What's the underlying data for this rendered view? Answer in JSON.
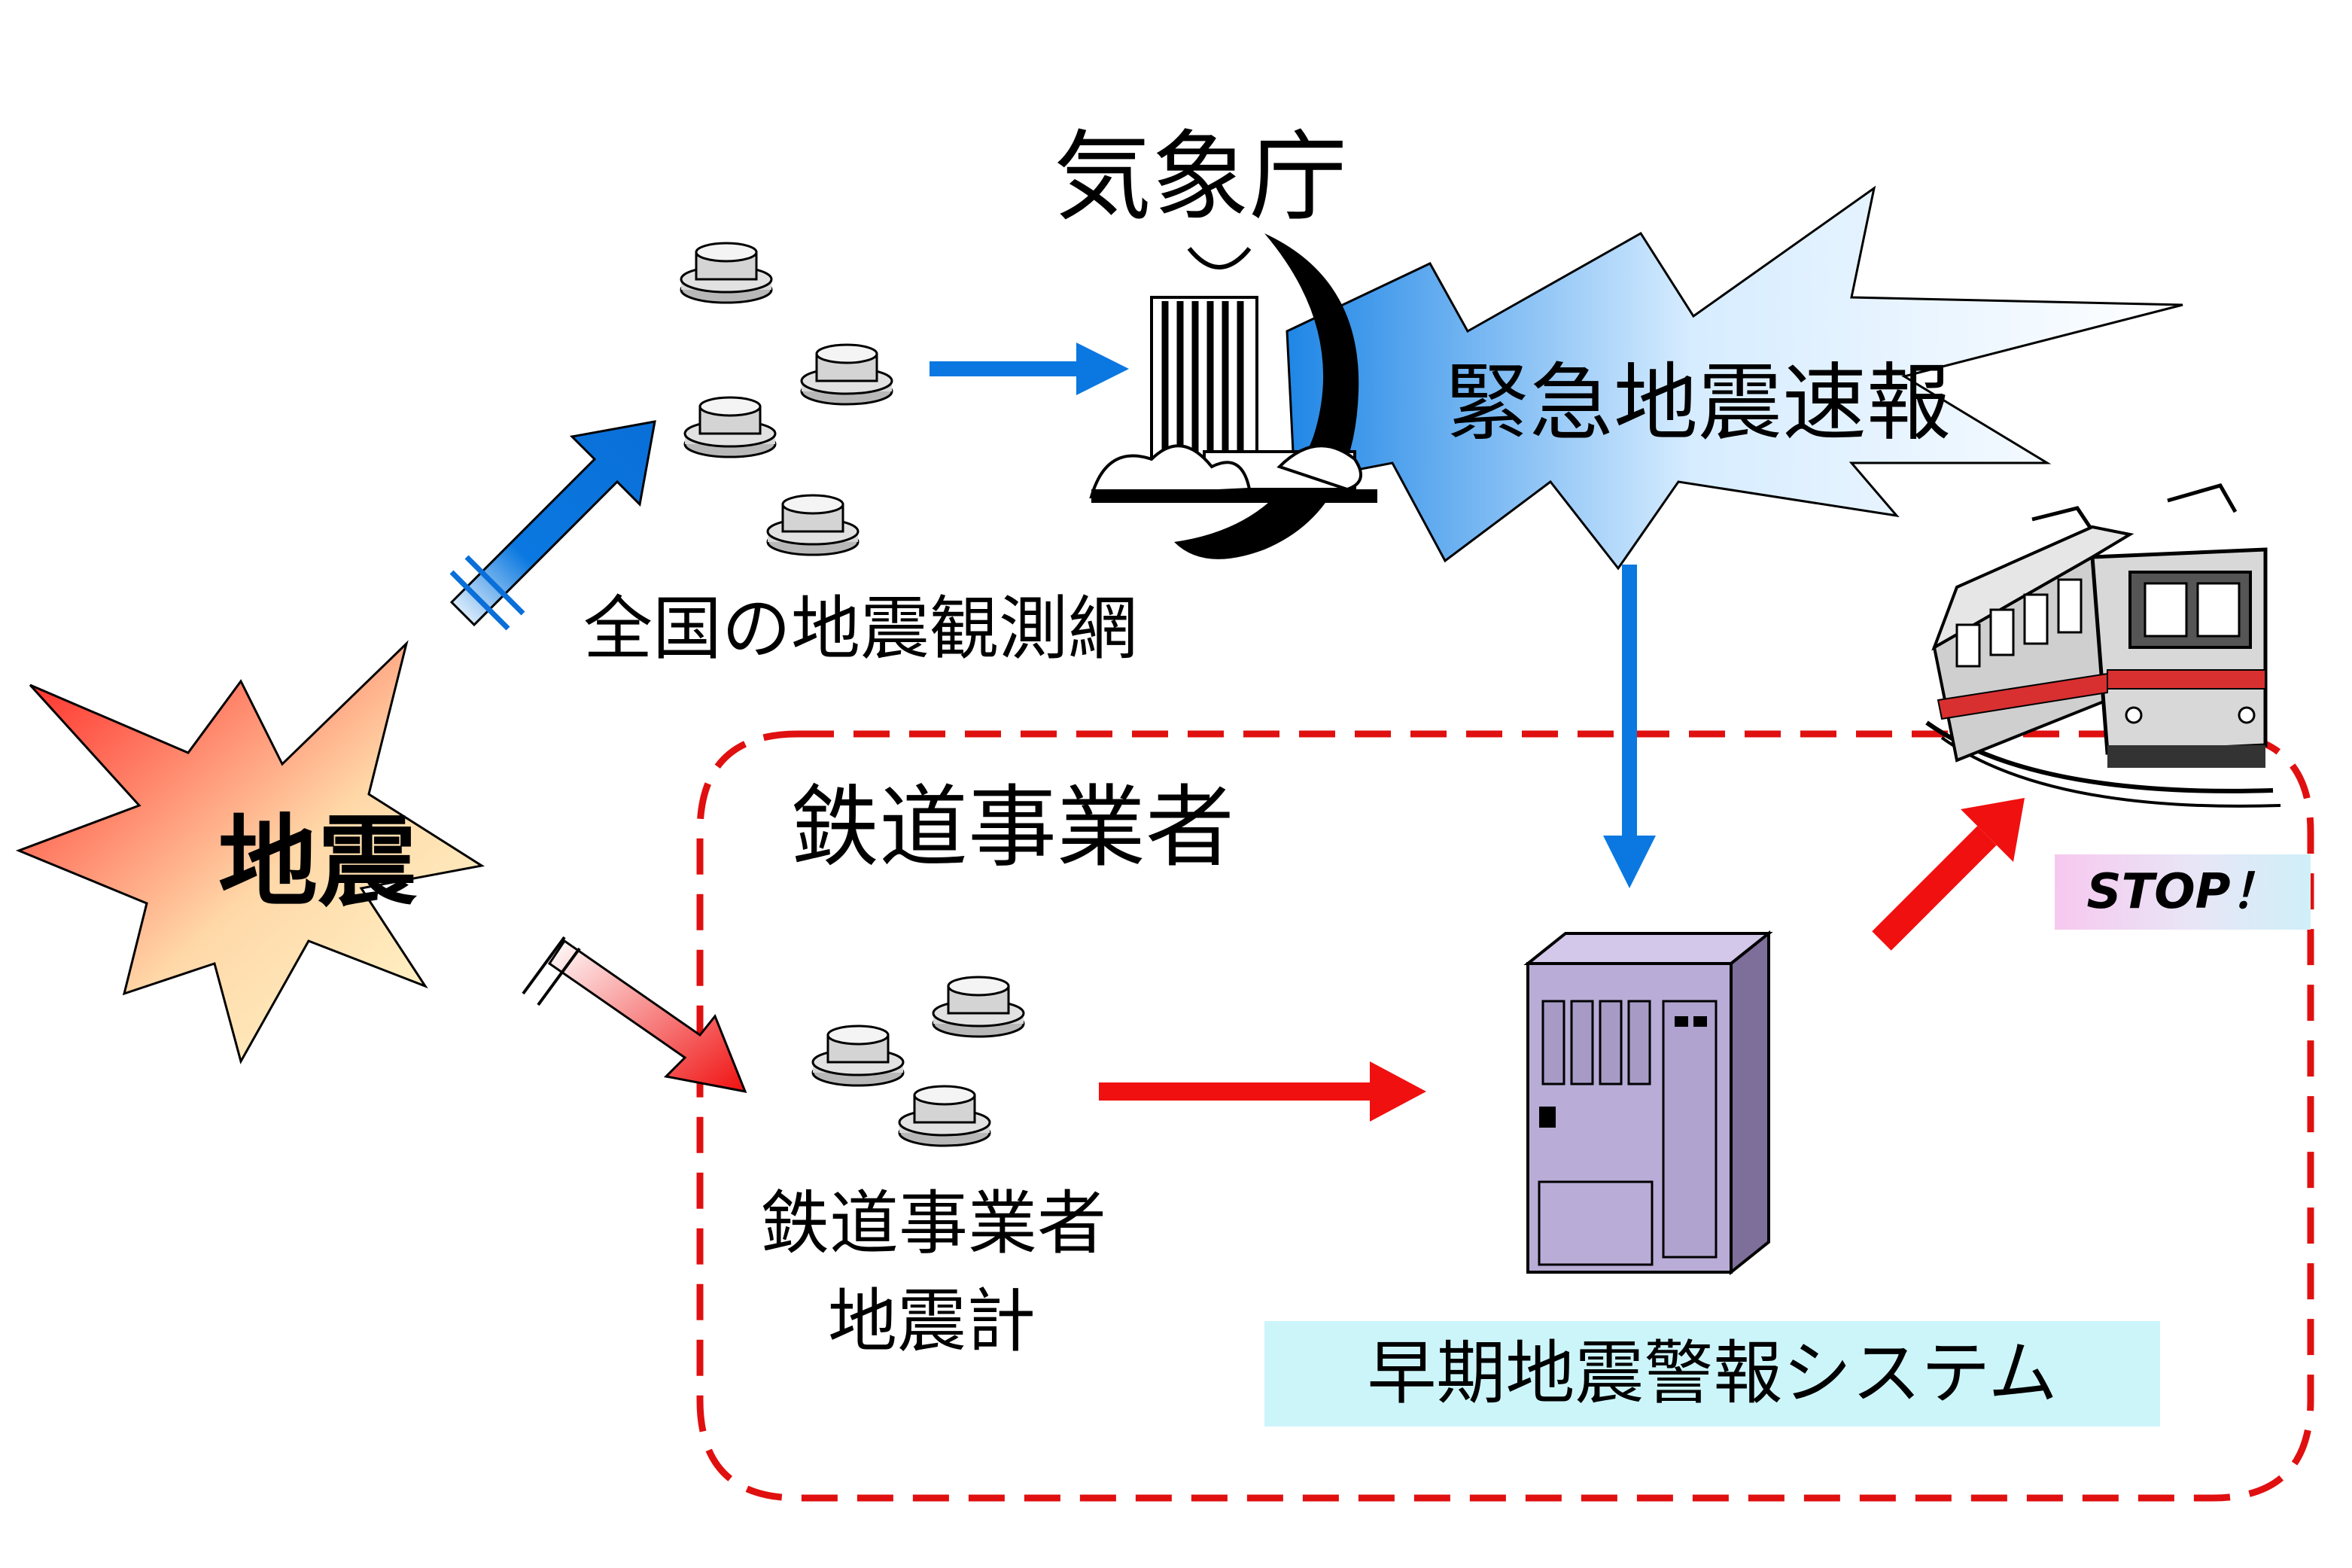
{
  "labels": {
    "jma": "気象庁",
    "network": "全国の地震観測網",
    "alert": "緊急地震速報",
    "earthquake": "地震",
    "operator": "鉄道事業者",
    "operator_seismometer_line1": "鉄道事業者",
    "operator_seismometer_line2": "地震計",
    "system": "早期地震警報システム",
    "stop": "STOP！"
  },
  "colors": {
    "blue_arrow": "#0a78e0",
    "red_arrow": "#f01010",
    "dashed_border": "#e01010",
    "system_label_bg": "#ccf5fa",
    "server_body": "#b9acd6",
    "server_side": "#7d6e9a",
    "train_stripe": "#d83030"
  },
  "icons": {
    "seismometer": "seismometer-icon",
    "jma_building": "jma-building-icon",
    "server": "server-icon",
    "train": "train-icon"
  }
}
